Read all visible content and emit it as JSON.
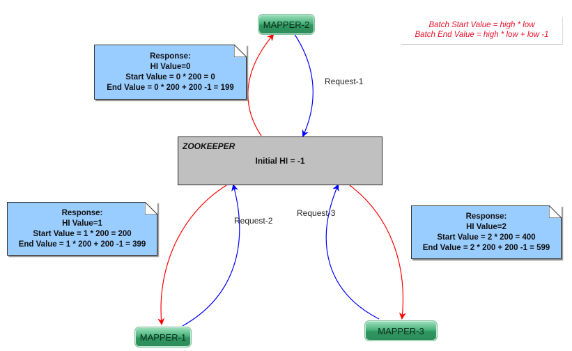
{
  "diagram": {
    "legend": {
      "line1": "Batch Start Value = high * low",
      "line2": "Batch End Value = high * low + low -1"
    },
    "zookeeper": {
      "title": "ZOOKEEPER",
      "initial": "Initial HI = -1"
    },
    "mappers": [
      {
        "label": "MAPPER-1"
      },
      {
        "label": "MAPPER-2"
      },
      {
        "label": "MAPPER-3"
      }
    ],
    "requests": [
      {
        "label": "Request-1"
      },
      {
        "label": "Request-2"
      },
      {
        "label": "Request-3"
      }
    ],
    "notes": [
      {
        "title": "Response:",
        "hi": "HI Value=0",
        "start": "Start Value = 0 * 200 = 0",
        "end": "End Value = 0 * 200 + 200 -1 = 199"
      },
      {
        "title": "Response:",
        "hi": "HI Value=1",
        "start": "Start Value = 1 * 200 = 200",
        "end": "End Value = 1 * 200 + 200 -1 = 399"
      },
      {
        "title": "Response:",
        "hi": "HI Value=2",
        "start": "Start Value = 2 * 200 = 400",
        "end": "End Value = 2 * 200 + 200 -1 = 599"
      }
    ],
    "colors": {
      "response_arrow": "#ff0000",
      "request_arrow": "#0000ff",
      "note_fill": "#99ccff",
      "zookeeper_fill": "#c0c0c0",
      "mapper_fill": "#3aa36d",
      "legend_text": "#e8102a"
    }
  }
}
